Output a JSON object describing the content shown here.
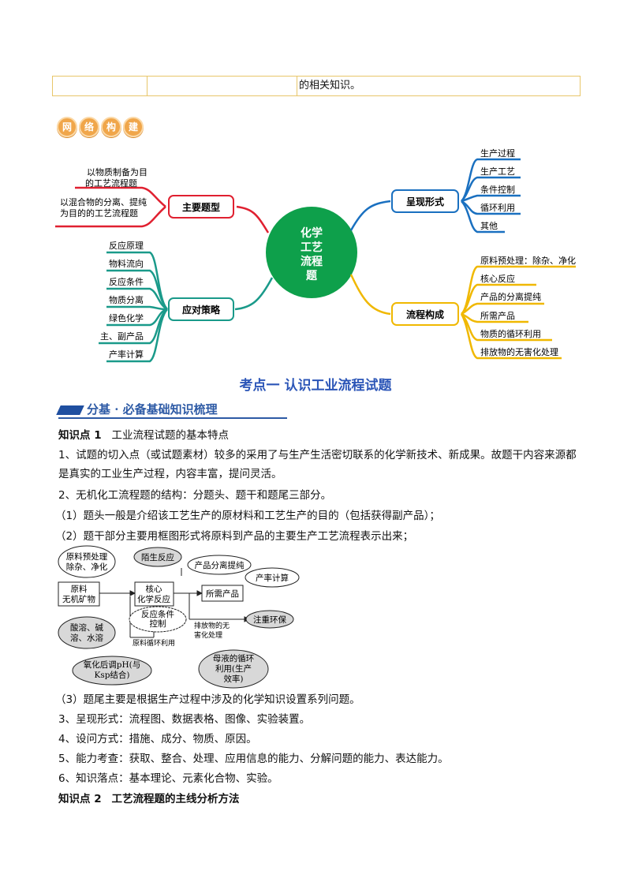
{
  "top_table": {
    "cell3": "的相关知识。"
  },
  "badge": [
    "网",
    "络",
    "构",
    "建"
  ],
  "mindmap": {
    "center": [
      "化学",
      "工艺",
      "流程",
      "题"
    ],
    "left_top": {
      "label": "主要题型",
      "items": [
        [
          "以物质制备为目",
          "的工艺流程题"
        ],
        [
          "以混合物的分离、提纯",
          "为目的的工艺流程题"
        ]
      ]
    },
    "left_bottom": {
      "label": "应对策略",
      "items": [
        "反应原理",
        "物料流向",
        "反应条件",
        "物质分离",
        "绿色化学",
        "主、副产品",
        "产率计算"
      ]
    },
    "right_top": {
      "label": "呈现形式",
      "items": [
        "生产过程",
        "生产工艺",
        "条件控制",
        "循环利用",
        "其他"
      ]
    },
    "right_bottom": {
      "label": "流程构成",
      "items": [
        "原料预处理：除杂、净化",
        "核心反应",
        "产品的分离提纯",
        "所需产品",
        "物质的循环利用",
        "排放物的无害化处理"
      ]
    }
  },
  "kaodian_title": "考点一 认识工业流程试题",
  "section_header": "分基 · 必备基础知识梳理",
  "kp1": {
    "num": "知识点 1",
    "title": "工业流程试题的基本特点"
  },
  "p1": "1、试题的切入点（或试题素材）较多的采用了与生产生活密切联系的化学新技术、新成果。故题干内容来源都是真实的工业生产过程，内容丰富，提问灵活。",
  "p2": "2、无机化工流程题的结构：分题头、题干和题尾三部分。",
  "p3": "（1）题头一般是介绍该工艺生产的原材料和工艺生产的目的（包括获得副产品）；",
  "p4": "（2）题干部分主要用框图形式将原料到产品的主要生产工艺流程表示出来；",
  "flow": {
    "pre": [
      "原料预处理",
      "除杂、净化"
    ],
    "side": "陌生反应",
    "sep": "产品分离提纯",
    "yield": "产率计算",
    "raw": [
      "原料",
      "无机矿物"
    ],
    "core": [
      "核心",
      "化学反应"
    ],
    "product": "所需产品",
    "cond": [
      "反应条件",
      "控制"
    ],
    "waste": [
      "排放物的无",
      "害化处理"
    ],
    "env": "注重环保",
    "dissolve": [
      "酸溶、碱",
      "溶、水溶"
    ],
    "recycle": "原料循环利用",
    "oxid": [
      "氧化后调pH(与",
      "Ksp结合)"
    ],
    "mother": [
      "母液的循环",
      "利用(生产",
      "效率)"
    ]
  },
  "p5": "（3）题尾主要是根据生产过程中涉及的化学知识设置系列问题。",
  "p6": "3、呈现形式：流程图、数据表格、图像、实验装置。",
  "p7": "4、设问方式：措施、成分、物质、原因。",
  "p8": "5、能力考查：获取、整合、处理、应用信息的能力、分解问题的能力、表达能力。",
  "p9": "6、知识落点：基本理论、元素化合物、实验。",
  "kp2": {
    "num": "知识点 2",
    "title": "工艺流程题的主线分析方法"
  }
}
